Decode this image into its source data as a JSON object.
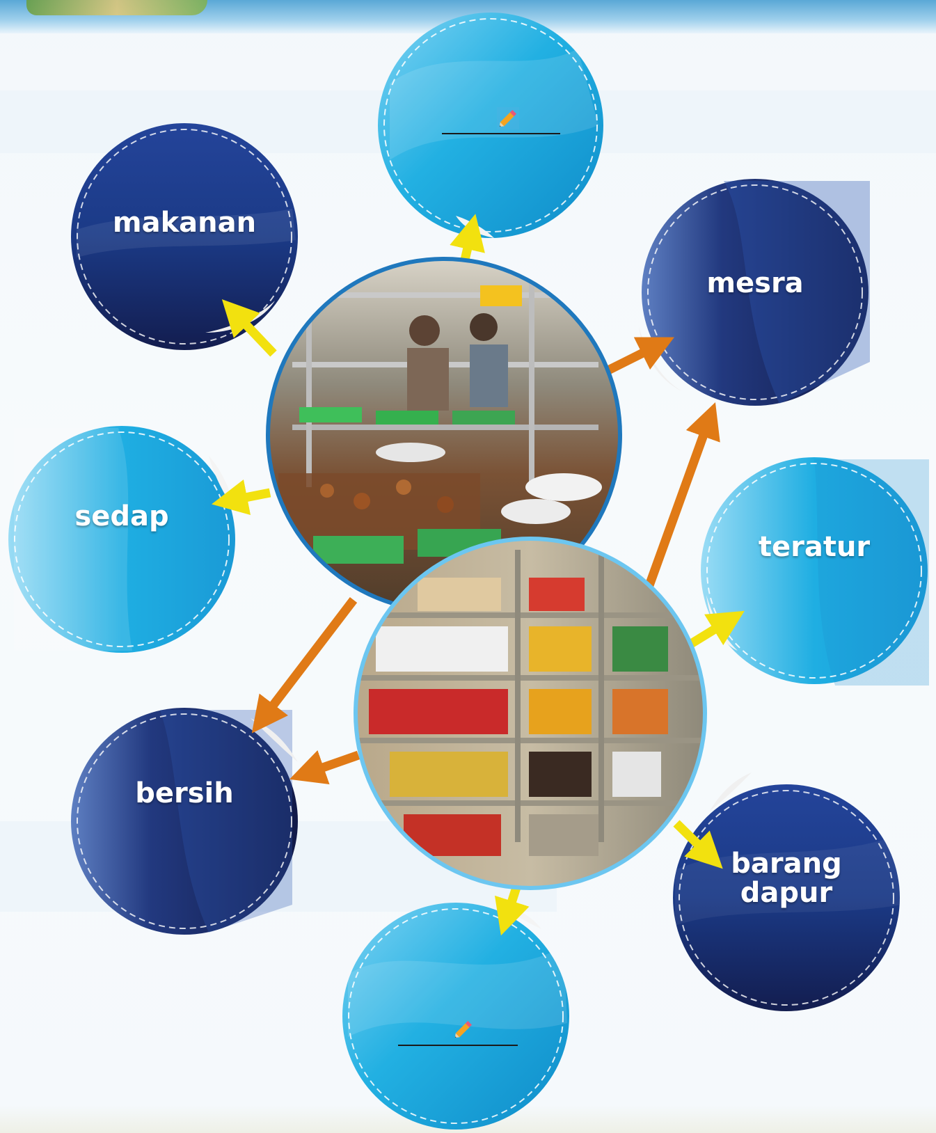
{
  "bubbles": {
    "top_blank": "",
    "makanan": "makanan",
    "mesra": "mesra",
    "sedap": "sedap",
    "teratur": "teratur",
    "bersih": "bersih",
    "barang_dapur": "barang\ndapur",
    "bottom_blank": ""
  },
  "photos": {
    "upper": "food-stall-photo",
    "lower": "grocery-shop-photo"
  },
  "icons": {
    "blank_marker": "pencil-icon"
  },
  "colors": {
    "light_bubble": "#1fa9df",
    "dark_bubble": "#1b2d6b",
    "yellow_arrow": "#f2e10f",
    "orange_arrow": "#e07a16",
    "photo_ring_upper": "#1f78bd",
    "photo_ring_lower": "#6cc6f0"
  }
}
